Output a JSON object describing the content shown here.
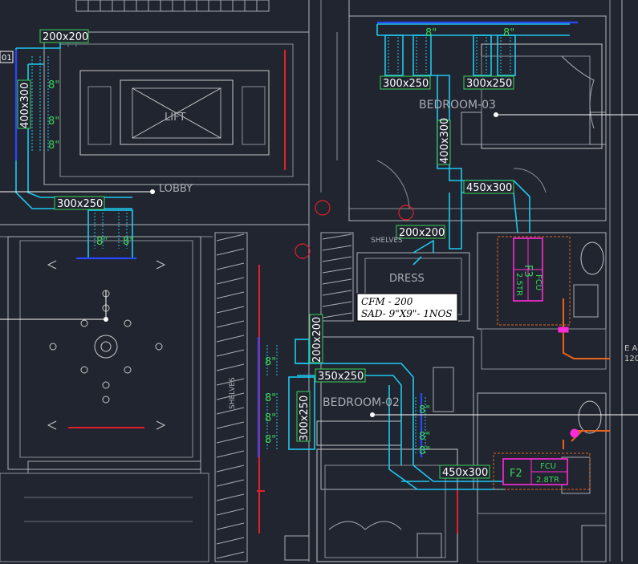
{
  "title": "",
  "rooms": {
    "lobby": "LOBBY",
    "lift": "LIFT",
    "bedroom_03": "BEDROOM-03",
    "bedroom_02": "BEDROOM-02",
    "dress": "DRESS",
    "shelves_top": "SHELVES",
    "shelves_side": "SHELVES"
  },
  "duct_sizes": {
    "d_top_200x200": "200x200",
    "d_left_400x300": "400x300",
    "d_lobby_300x250": "300x250",
    "d_b3_300x250_a": "300x250",
    "d_b3_300x250_b": "300x250",
    "d_b3_400x300": "400x300",
    "d_b3_450x300": "450x300",
    "d_dress_200x200": "200x200",
    "d_mid_200x200": "200x200",
    "d_b2_350x250": "350x250",
    "d_b2_300x250": "300x250",
    "d_b2_450x300": "450x300"
  },
  "diffuser_size": "8\"",
  "units": {
    "f3": {
      "tag": "F3",
      "type": "FCU",
      "capacity": "2.5TR"
    },
    "f2": {
      "tag": "F2",
      "type": "FCU",
      "capacity": "2.8TR"
    }
  },
  "note": {
    "line1": "CFM - 200",
    "line2": "SAD- 9\"X9\"- 1NOS"
  },
  "edge_text": {
    "left_top": "01",
    "right_a": "E A",
    "right_b": "120"
  },
  "colors": {
    "background": "#21252f",
    "duct": "#1ec8f0",
    "wall": "#c8c8c8",
    "fcu_frame": "#ff2ad8",
    "size_tag": "#3ad25a",
    "drain": "#e8641c",
    "red_line": "#e0202a"
  }
}
